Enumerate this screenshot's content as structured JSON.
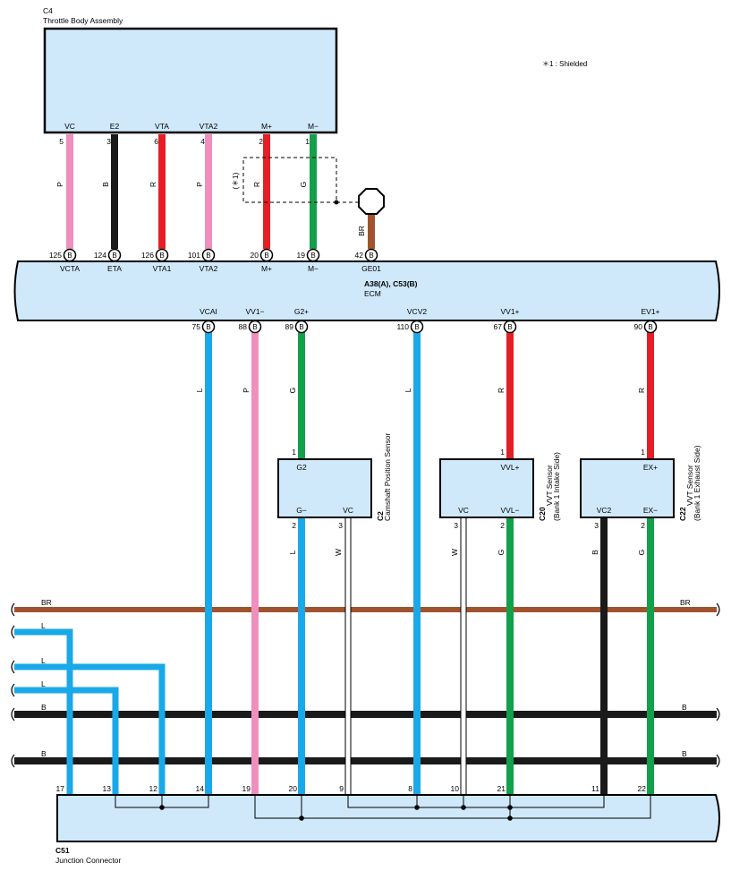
{
  "legend": {
    "shielded_note": "＊1 : Shielded"
  },
  "colors": {
    "box_fill": "#cfe9fb",
    "pink": "#ef8fbd",
    "black": "#1a1a1a",
    "red": "#e41e26",
    "green": "#12a04a",
    "blue": "#1aa9e8",
    "brown": "#a0532d",
    "white": "#ffffff"
  },
  "throttle": {
    "id": "C4",
    "name": "Throttle Body Assembly",
    "pins": [
      {
        "label": "VC",
        "num": "5",
        "color": "P"
      },
      {
        "label": "E2",
        "num": "3",
        "color": "B"
      },
      {
        "label": "VTA",
        "num": "6",
        "color": "R"
      },
      {
        "label": "VTA2",
        "num": "4",
        "color": "P"
      },
      {
        "label": "M+",
        "num": "2",
        "color": "R"
      },
      {
        "label": "M−",
        "num": "1",
        "color": "G"
      }
    ],
    "shield_tag": "(＊1)"
  },
  "ecm": {
    "id": "A38(A), C53(B)",
    "name": "ECM",
    "top_pins": [
      {
        "num": "125",
        "label": "VCTA",
        "conn": "B"
      },
      {
        "num": "124",
        "label": "ETA",
        "conn": "B"
      },
      {
        "num": "126",
        "label": "VTA1",
        "conn": "B"
      },
      {
        "num": "101",
        "label": "VTA2",
        "conn": "B"
      },
      {
        "num": "20",
        "label": "M+",
        "conn": "B"
      },
      {
        "num": "19",
        "label": "M−",
        "conn": "B"
      },
      {
        "num": "42",
        "label": "GE01",
        "conn": "B"
      }
    ],
    "bottom_pins": [
      {
        "num": "75",
        "label": "VCAI",
        "conn": "B"
      },
      {
        "num": "88",
        "label": "VV1−",
        "conn": "B"
      },
      {
        "num": "89",
        "label": "G2+",
        "conn": "B"
      },
      {
        "num": "110",
        "label": "VCV2",
        "conn": "B"
      },
      {
        "num": "67",
        "label": "VV1+",
        "conn": "B"
      },
      {
        "num": "90",
        "label": "EV1+",
        "conn": "B"
      }
    ],
    "ground_wire_color": "BR"
  },
  "wire_colors": {
    "vcai": "L",
    "vv1m": "P",
    "g2p": "G",
    "vcv2": "L",
    "vv1p": "R",
    "ev1p": "R",
    "c2_gm": "L",
    "c2_vc": "W",
    "c20_vc": "W",
    "c20_vvl": "G",
    "c22_vc2": "B",
    "c22_ex": "G"
  },
  "c2": {
    "id": "C2",
    "name": "Camshaft Position Sensor",
    "pin_top": {
      "label": "G2",
      "num": "1"
    },
    "pin_left": {
      "label": "G−",
      "num": "2"
    },
    "pin_right": {
      "label": "VC",
      "num": "3"
    }
  },
  "c20": {
    "id": "C20",
    "name": "VVT Sensor",
    "sub": "(Bank 1 Intake Side)",
    "pin_top": {
      "label": "VVL+",
      "num": "1"
    },
    "pin_left": {
      "label": "VC",
      "num": "3"
    },
    "pin_right": {
      "label": "VVL−",
      "num": "2"
    }
  },
  "c22": {
    "id": "C22",
    "name": "VVT Sensor",
    "sub": "(Bank 1 Exhaust Side)",
    "pin_top": {
      "label": "EX+",
      "num": "1"
    },
    "pin_left": {
      "label": "VC2",
      "num": "3"
    },
    "pin_right": {
      "label": "EX−",
      "num": "2"
    }
  },
  "side_wires": {
    "br": "BR",
    "l1": "L",
    "l2": "L",
    "l3": "L",
    "b1": "B",
    "b2": "B"
  },
  "c51": {
    "id": "C51",
    "name": "Junction Connector",
    "pins": [
      "17",
      "13",
      "12",
      "14",
      "19",
      "20",
      "9",
      "8",
      "10",
      "21",
      "11",
      "22"
    ]
  }
}
